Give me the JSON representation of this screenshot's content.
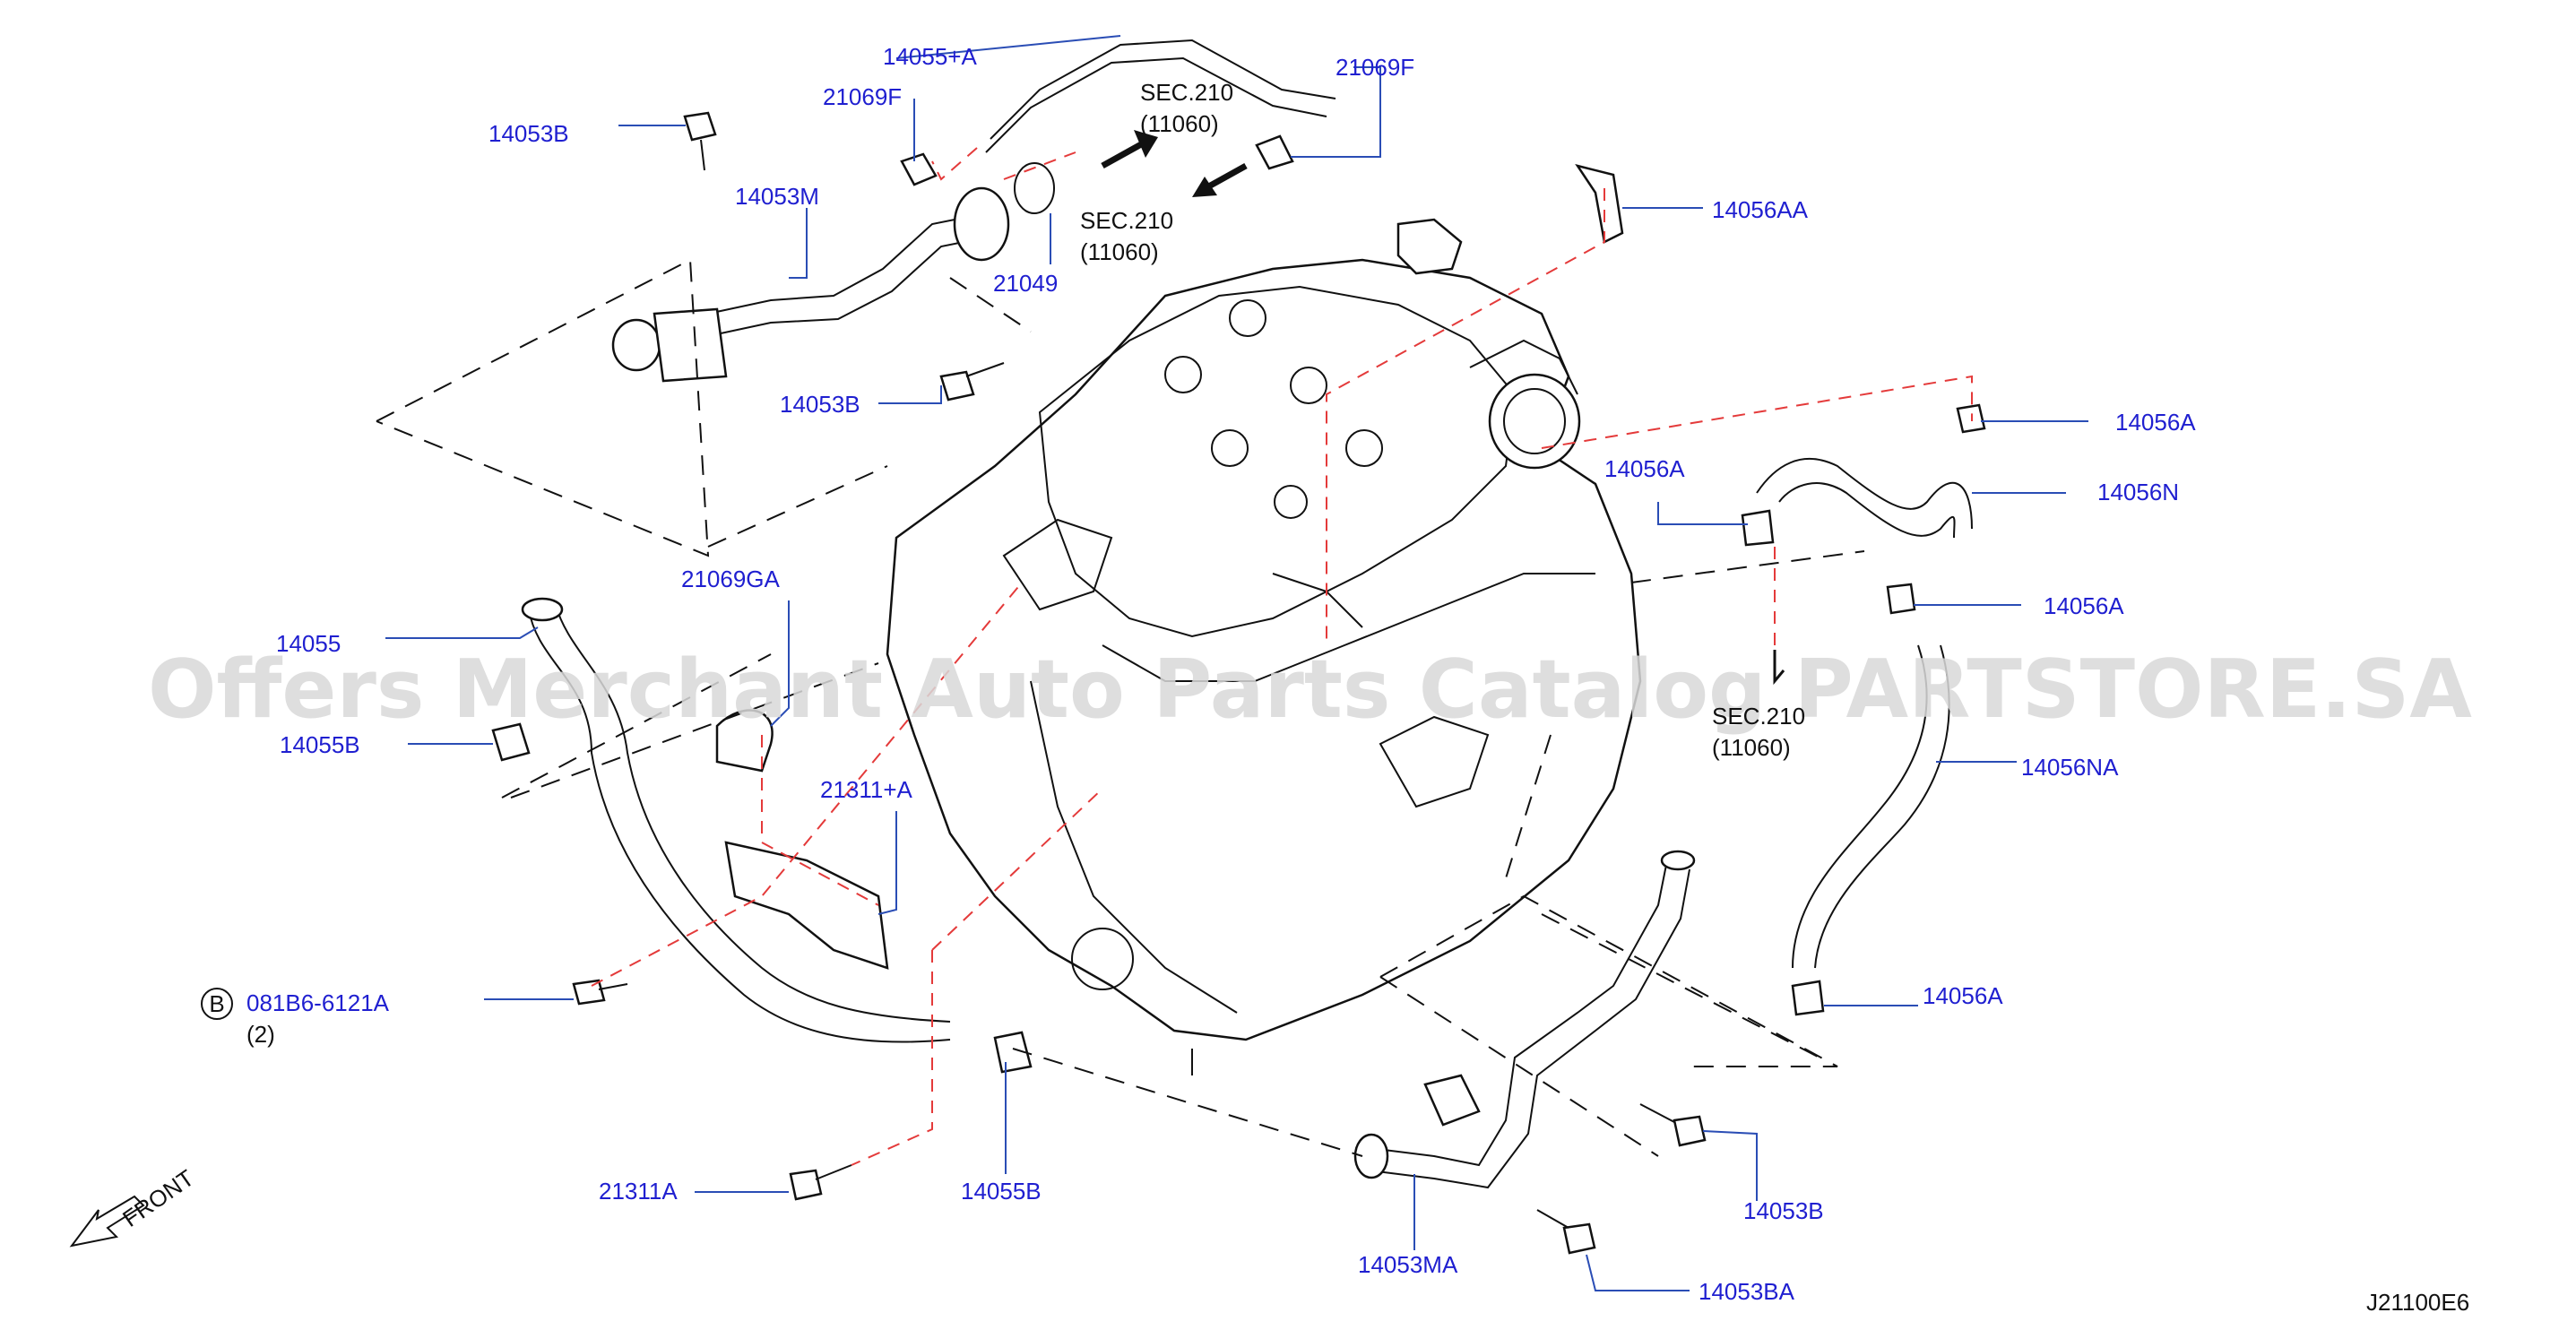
{
  "diagram_code": "J21100E6",
  "watermark": "Offers Merchant Auto Parts Catalog PARTSTORE.SA",
  "front_label": "FRONT",
  "sec_refs": [
    {
      "id": "sec1",
      "line1": "SEC.210",
      "line2": "(11060)"
    },
    {
      "id": "sec2",
      "line1": "SEC.210",
      "line2": "(11060)"
    },
    {
      "id": "sec3",
      "line1": "SEC.210",
      "line2": "(11060)"
    }
  ],
  "callout_badge": "B",
  "labels": {
    "l14055A": "14055+A",
    "l21069F_a": "21069F",
    "l21069F_b": "21069F",
    "l14053B_a": "14053B",
    "l14053M": "14053M",
    "l21049": "21049",
    "l14053B_b": "14053B",
    "l14056AA": "14056AA",
    "l14056A_a": "14056A",
    "l14056N": "14056N",
    "l14056A_b": "14056A",
    "l14056A_c": "14056A",
    "l21069GA": "21069GA",
    "l14055": "14055",
    "l14055B_a": "14055B",
    "l21311A_plus": "21311+A",
    "l14056NA": "14056NA",
    "l14056A_d": "14056A",
    "l081B6": "081B6-6121A",
    "l081B6_qty": "(2)",
    "l21311A": "21311A",
    "l14055B_b": "14055B",
    "l14053B_c": "14053B",
    "l14053MA": "14053MA",
    "l14053BA": "14053BA"
  }
}
